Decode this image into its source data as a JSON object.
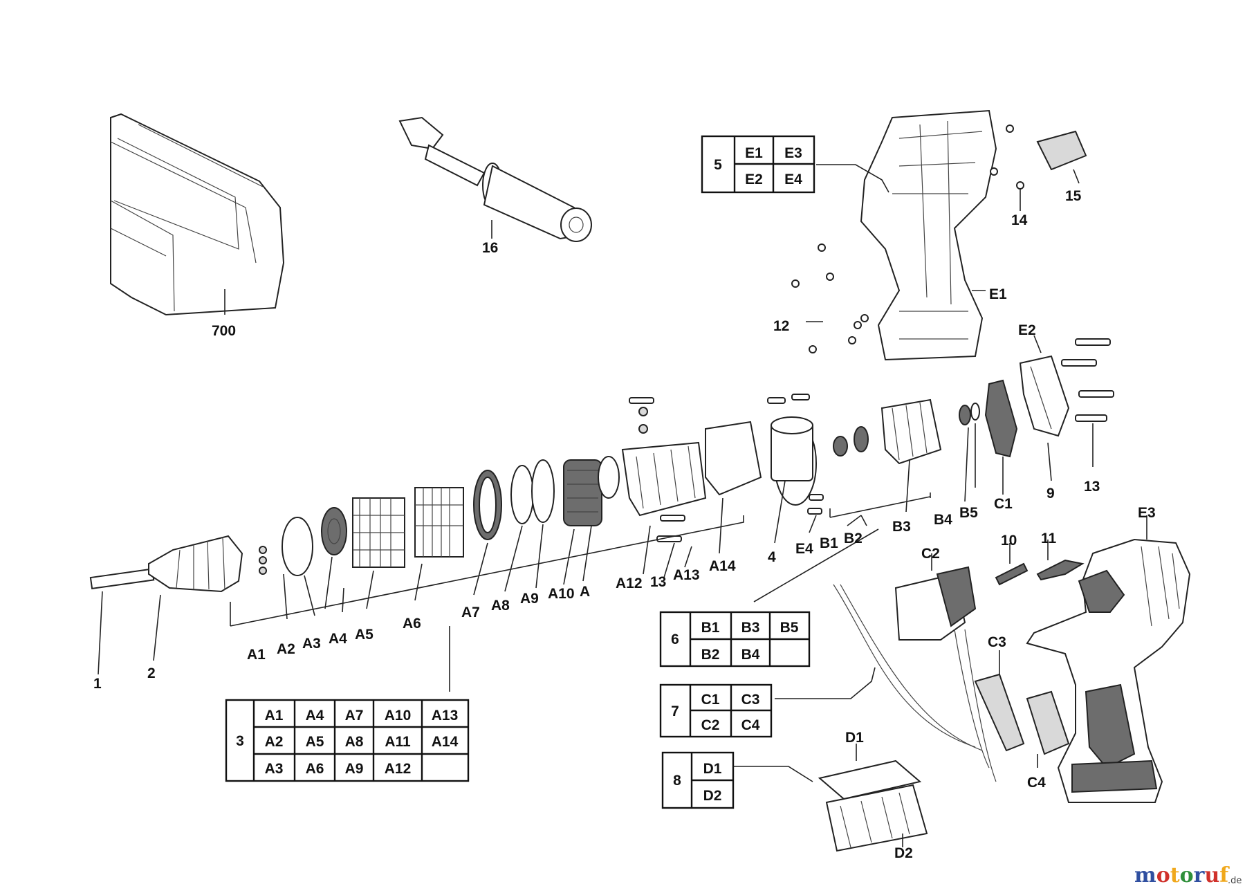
{
  "callouts": {
    "c700": "700",
    "c16": "16",
    "c15": "15",
    "c14": "14",
    "c12": "12",
    "e1": "E1",
    "e2": "E2",
    "c9": "9",
    "c13a": "13",
    "c1": "C1",
    "b5": "B5",
    "b4": "B4",
    "b3": "B3",
    "b2": "B2",
    "b1": "B1",
    "e4": "E4",
    "c4_num": "4",
    "a14": "A14",
    "a13": "A13",
    "c13b": "13",
    "a12": "A12",
    "a_small": "A",
    "a10": "A10",
    "a9": "A9",
    "a8": "A8",
    "a7": "A7",
    "a6": "A6",
    "a5": "A5",
    "a4": "A4",
    "a3": "A3",
    "a2": "A2",
    "a1": "A1",
    "c2num": "2",
    "c1num": "1",
    "e3": "E3",
    "c11": "11",
    "c10": "10",
    "c2": "C2",
    "c3": "C3",
    "c4": "C4",
    "d1": "D1",
    "d2": "D2"
  },
  "tables": {
    "t5": {
      "id": "5",
      "rows": [
        [
          "E1",
          "E3"
        ],
        [
          "E2",
          "E4"
        ]
      ]
    },
    "t3": {
      "id": "3",
      "rows": [
        [
          "A1",
          "A4",
          "A7",
          "A10",
          "A13"
        ],
        [
          "A2",
          "A5",
          "A8",
          "A11",
          "A14"
        ],
        [
          "A3",
          "A6",
          "A9",
          "A12",
          ""
        ]
      ]
    },
    "t6": {
      "id": "6",
      "rows": [
        [
          "B1",
          "B3",
          "B5"
        ],
        [
          "B2",
          "B4",
          ""
        ]
      ]
    },
    "t7": {
      "id": "7",
      "rows": [
        [
          "C1",
          "C3"
        ],
        [
          "C2",
          "C4"
        ]
      ]
    },
    "t8": {
      "id": "8",
      "rows": [
        [
          "D1"
        ],
        [
          "D2"
        ]
      ]
    }
  },
  "watermark": {
    "text": "motoruf",
    "suffix": ".de",
    "colors": [
      "#2f4fa0",
      "#d0302a",
      "#f0a81c",
      "#2e8f3a"
    ]
  }
}
